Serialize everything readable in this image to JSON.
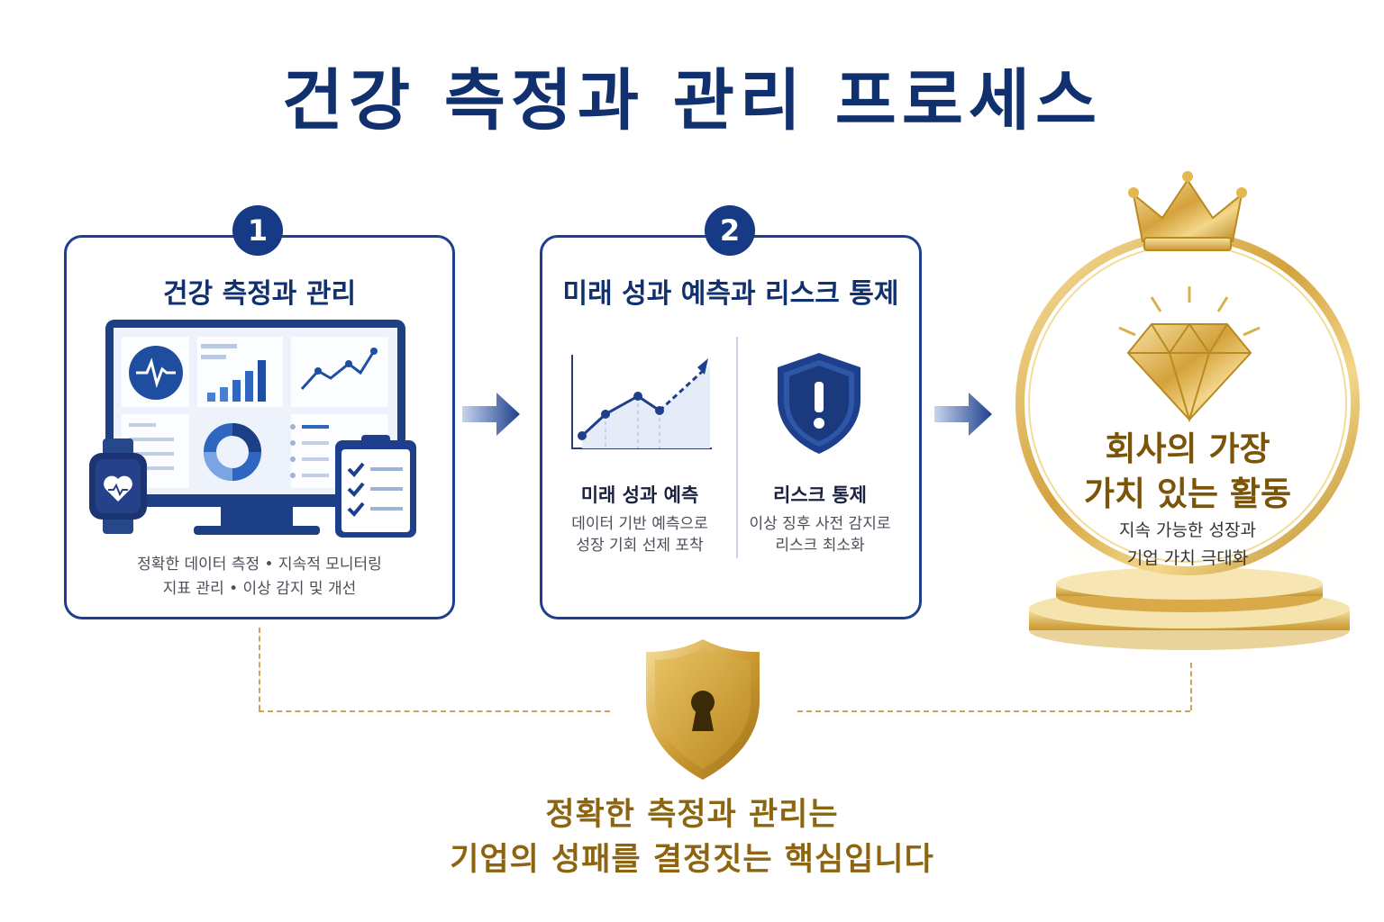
{
  "title": "건강 측정과 관리 프로세스",
  "step1": {
    "number": "1",
    "title": "건강 측정과 관리",
    "line1": "정확한 데이터 측정  •  지속적 모니터링",
    "line2": "지표 관리  •  이상 감지 및 개선"
  },
  "step2": {
    "number": "2",
    "title": "미래 성과 예측과 리스크 통제",
    "left": {
      "title": "미래 성과 예측",
      "line1": "데이터 기반 예측으로",
      "line2": "성장 기회 선제 포착"
    },
    "right": {
      "title": "리스크 통제",
      "line1": "이상 징후 사전 감지로",
      "line2": "리스크 최소화"
    }
  },
  "goal": {
    "title_line1": "회사의 가장",
    "title_line2": "가치 있는 활동",
    "line1": "지속 가능한 성장과",
    "line2": "기업 가치 극대화"
  },
  "bottom": {
    "line1": "정확한 측정과 관리는",
    "line2": "기업의 성패를 결정짓는 핵심입니다"
  },
  "colors": {
    "navy": "#10306e",
    "blue": "#1e3f8c",
    "gold": "#c9a45a",
    "gold_text": "#8d6410"
  },
  "icons": [
    "monitor-icon",
    "heartbeat-icon",
    "bar-chart-icon",
    "line-chart-icon",
    "donut-chart-icon",
    "smartwatch-icon",
    "clipboard-icon",
    "trend-chart-icon",
    "shield-alert-icon",
    "crown-icon",
    "diamond-icon",
    "gold-shield-keyhole-icon",
    "arrow-right-icon"
  ]
}
